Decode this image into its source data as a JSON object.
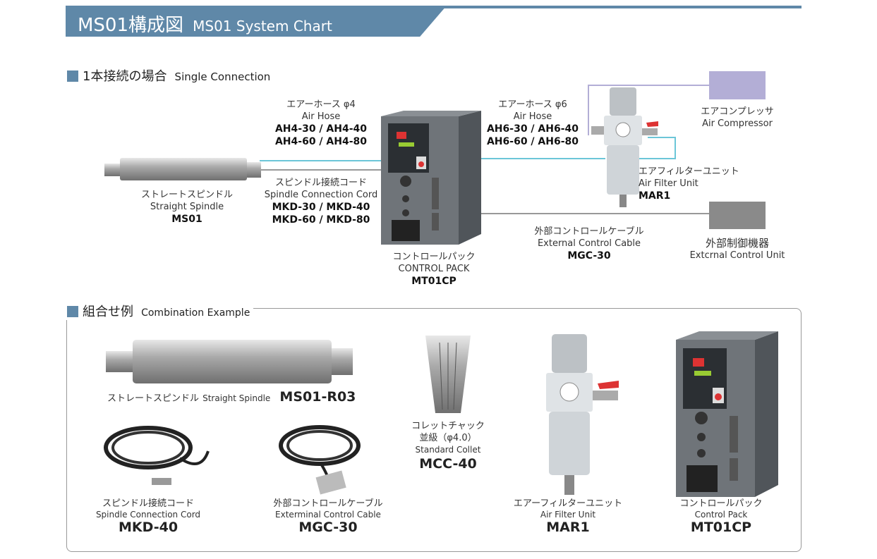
{
  "header": {
    "title_jp": "MS01構成図",
    "title_en": "MS01 System Chart"
  },
  "single": {
    "heading_jp": "1本接続の場合",
    "heading_en": "Single Connection",
    "spindle": {
      "jp": "ストレートスピンドル",
      "en": "Straight Spindle",
      "model": "MS01"
    },
    "hose4": {
      "jp": "エアーホース φ4",
      "en": "Air Hose",
      "models1": "AH4-30 / AH4-40",
      "models2": "AH4-60 / AH4-80"
    },
    "cord": {
      "jp": "スピンドル接続コード",
      "en": "Spindle Connection Cord",
      "models1": "MKD-30 / MKD-40",
      "models2": "MKD-60 / MKD-80"
    },
    "pack": {
      "jp": "コントロールパック",
      "en": "CONTROL PACK",
      "model": "MT01CP"
    },
    "hose6": {
      "jp": "エアーホース φ6",
      "en": "Air Hose",
      "models1": "AH6-30 / AH6-40",
      "models2": "AH6-60 / AH6-80"
    },
    "filter": {
      "jp": "エアフィルターユニット",
      "en": "Air Filter Unit",
      "model": "MAR1"
    },
    "compressor": {
      "jp": "エアコンプレッサ",
      "en": "Air Compressor"
    },
    "cable": {
      "jp": "外部コントロールケーブル",
      "en": "External Control Cable",
      "model": "MGC-30"
    },
    "external": {
      "jp": "外部制御機器",
      "en": "Extcrnal Control Unit"
    }
  },
  "combo": {
    "heading_jp": "組合せ例",
    "heading_en": "Combination Example",
    "spindle": {
      "jp": "ストレートスピンドル",
      "en": "Straight Spindle",
      "model": "MS01-R03"
    },
    "collet": {
      "jp": "コレットチャック",
      "jp2": "並級（φ4.0）",
      "en": "Standard Collet",
      "model": "MCC-40"
    },
    "cord": {
      "jp": "スピンドル接続コード",
      "en": "Spindle Connection Cord",
      "model": "MKD-40"
    },
    "cable": {
      "jp": "外部コントロールケーブル",
      "en": "Exterminal Control Cable",
      "model": "MGC-30"
    },
    "filter": {
      "jp": "エアーフィルターユニット",
      "en": "Air Filter Unit",
      "model": "MAR1"
    },
    "pack": {
      "jp": "コントロールパック",
      "en": "Control Pack",
      "model": "MT01CP"
    }
  },
  "colors": {
    "brand": "#5f88a8",
    "hose": "#6cc6d8",
    "compressor": "#b3aed6",
    "external": "#8a8a8a"
  }
}
